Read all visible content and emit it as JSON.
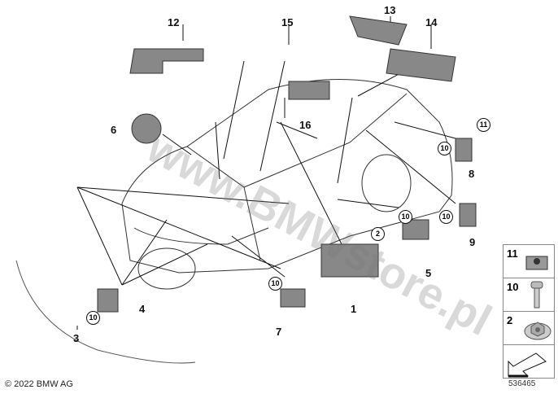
{
  "watermark": "www.BMWstore.pl",
  "copyright": "© 2022 BMW AG",
  "image_number": "536465",
  "callouts": [
    "12",
    "15",
    "13",
    "14",
    "6",
    "16",
    "8",
    "9",
    "5",
    "1",
    "7",
    "4",
    "3"
  ],
  "circled": [
    "11",
    "10",
    "10",
    "2",
    "10",
    "10",
    "10"
  ],
  "legend": [
    {
      "label": "11"
    },
    {
      "label": "10"
    },
    {
      "label": "2"
    }
  ]
}
